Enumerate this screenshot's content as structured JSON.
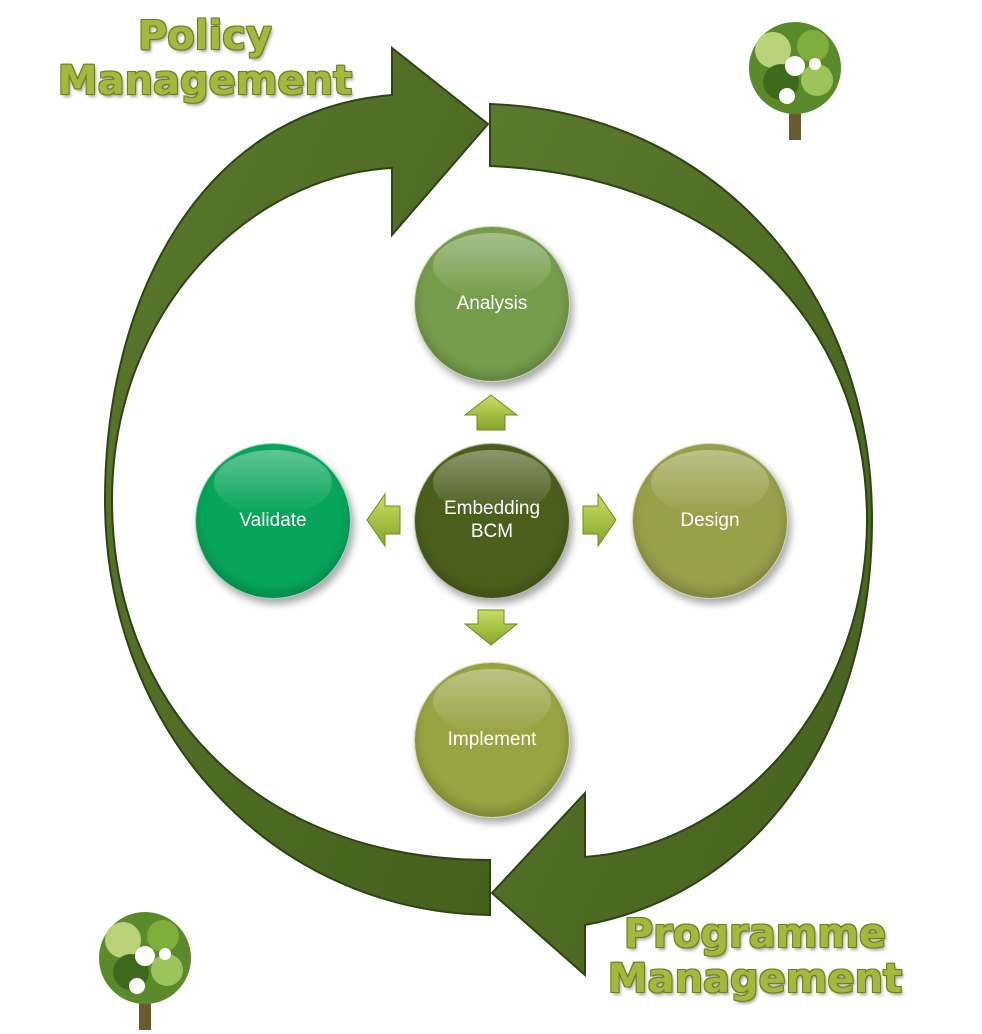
{
  "headings": {
    "top_left": [
      "Policy",
      "Management"
    ],
    "bottom_right": [
      "Programme",
      "Management"
    ]
  },
  "center": {
    "lines": [
      "Embedding",
      "BCM"
    ]
  },
  "nodes": {
    "analysis": "Analysis",
    "design": "Design",
    "implement": "Implement",
    "validate": "Validate"
  },
  "icons": {
    "top_right": "tree-logo-icon",
    "bottom_left": "tree-logo-icon"
  },
  "colors": {
    "cycle_arrow": "#4e6a24",
    "cycle_arrow_edge": "#2f4314",
    "heading_text": "#a4b83c",
    "small_arrow": "#a6c23a",
    "center": "#4b5f1d",
    "analysis": "#769d4c",
    "design": "#9a9f4a",
    "implement": "#98a442",
    "validate": "#07a55c"
  }
}
